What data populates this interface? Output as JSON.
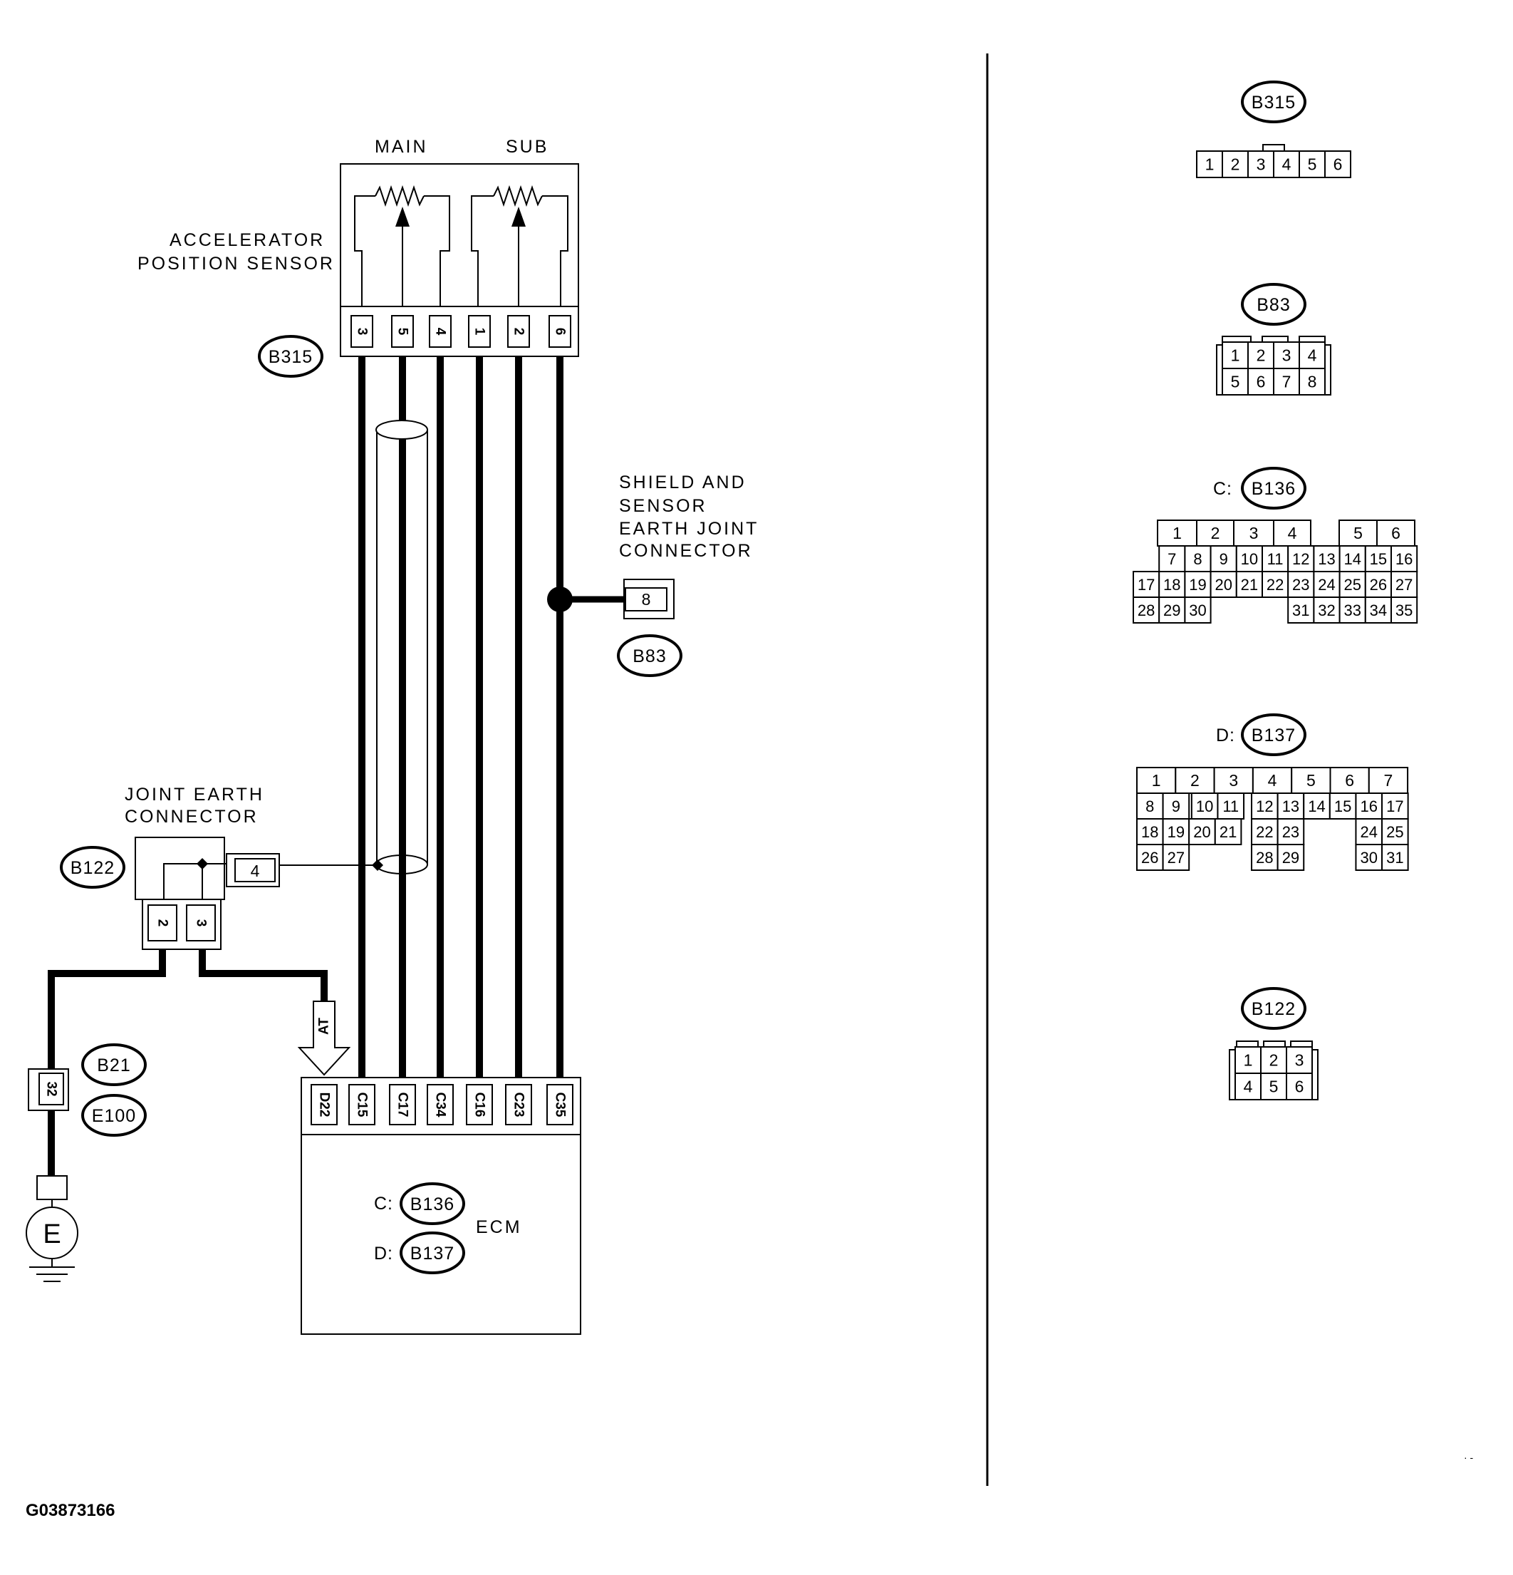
{
  "labels": {
    "main": "MAIN",
    "sub": "SUB",
    "aps_line1": "ACCELERATOR",
    "aps_line2": "POSITION SENSOR",
    "shield_line1": "SHIELD AND",
    "shield_line2": "SENSOR",
    "shield_line3": "EARTH JOINT",
    "shield_line4": "CONNECTOR",
    "joint_line1": "JOINT EARTH",
    "joint_line2": "CONNECTOR",
    "ecm": "ECM",
    "earth_symbol": "E",
    "at_arrow": "AT",
    "figure_id": "G03873166",
    "corner_mark": "· -"
  },
  "connector_ids": {
    "b315": "B315",
    "b83": "B83",
    "b122": "B122",
    "b21": "B21",
    "e100": "E100",
    "b136": "B136",
    "b137": "B137",
    "prefix_c": "C:",
    "prefix_d": "D:"
  },
  "sensor_pins": [
    "3",
    "5",
    "4",
    "1",
    "2",
    "6"
  ],
  "shield_pin": "8",
  "joint_side_pin": "4",
  "joint_bottom_pins": [
    "2",
    "3"
  ],
  "b21_pin": "32",
  "ecm_pins": [
    "D22",
    "C15",
    "C17",
    "C34",
    "C16",
    "C23",
    "C35"
  ],
  "face_b315": [
    "1",
    "2",
    "3",
    "4",
    "5",
    "6"
  ],
  "face_b83": [
    "1",
    "2",
    "3",
    "4",
    "5",
    "6",
    "7",
    "8"
  ],
  "face_b122": [
    "1",
    "2",
    "3",
    "4",
    "5",
    "6"
  ],
  "face_b136": [
    "1",
    "2",
    "3",
    "4",
    "5",
    "6",
    "7",
    "8",
    "9",
    "10",
    "11",
    "12",
    "13",
    "14",
    "15",
    "16",
    "17",
    "18",
    "19",
    "20",
    "21",
    "22",
    "23",
    "24",
    "25",
    "26",
    "27",
    "28",
    "29",
    "30",
    "31",
    "32",
    "33",
    "34",
    "35"
  ],
  "face_b137": [
    "1",
    "2",
    "3",
    "4",
    "5",
    "6",
    "7",
    "8",
    "9",
    "10",
    "11",
    "12",
    "13",
    "14",
    "15",
    "16",
    "17",
    "18",
    "19",
    "20",
    "21",
    "22",
    "23",
    "24",
    "25",
    "26",
    "27",
    "28",
    "29",
    "30",
    "31"
  ]
}
